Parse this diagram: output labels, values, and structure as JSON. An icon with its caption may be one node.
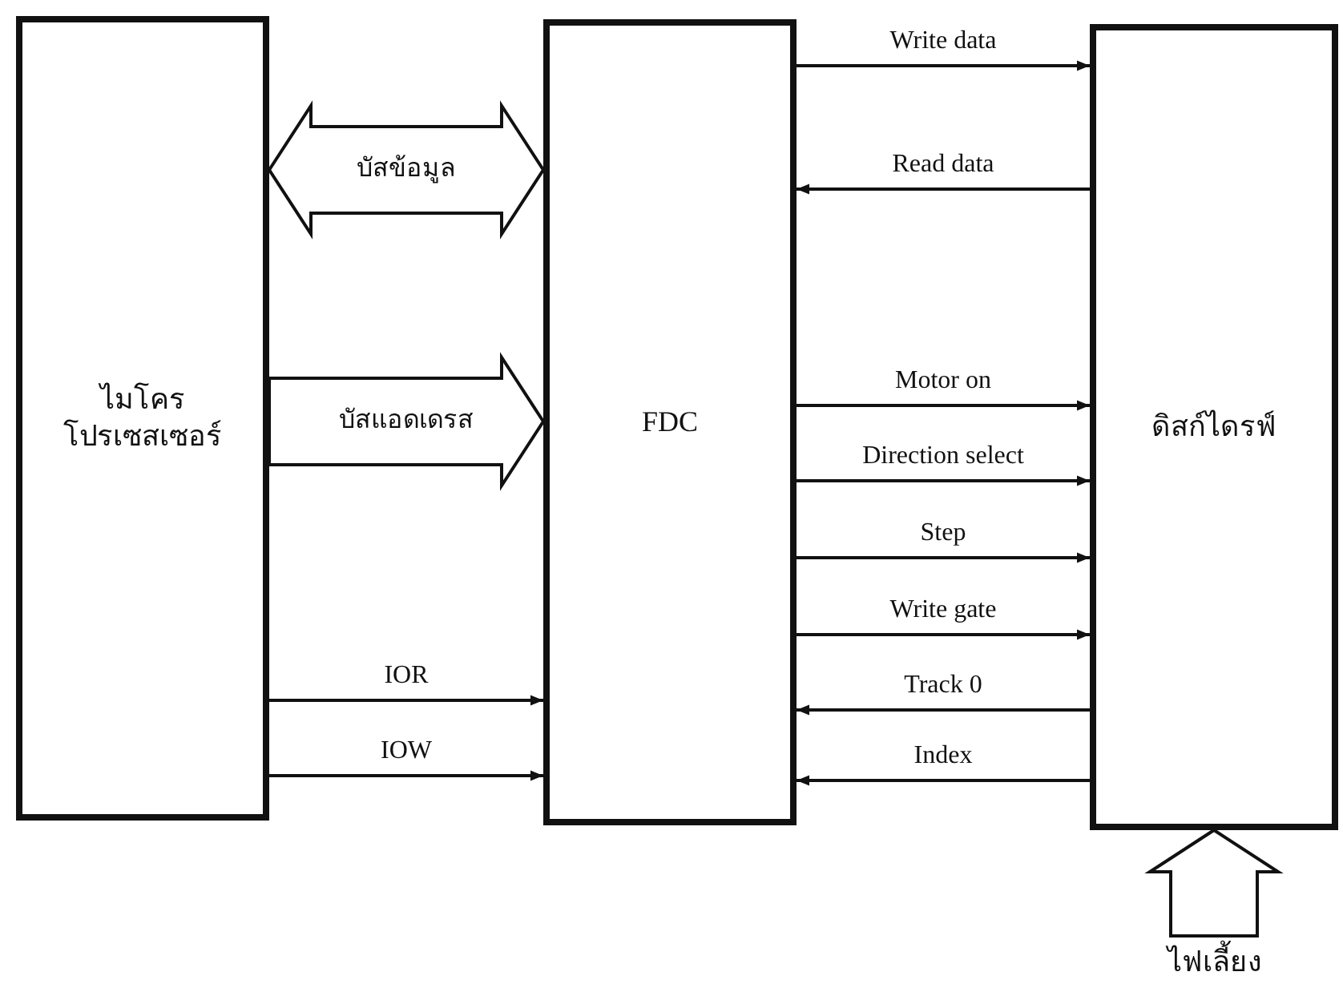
{
  "diagram": {
    "nodes": [
      {
        "text": [
          "ไมโคร โปรเซสเซอร์"
        ]
      },
      {
        "text": [
          "FDC"
        ]
      },
      {
        "text": [
          "ดิสก์ไดรฟ์"
        ]
      },
      {
        "text": [
          "ไฟเลี้ยง"
        ]
      }
    ],
    "edges": [
      {
        "from": 0,
        "to": 1,
        "arrow": "both",
        "label": "บัสข้อมูล",
        "style": "thick"
      },
      {
        "from": 0,
        "to": 1,
        "arrow": "to",
        "label": "บัสแอดเดรส",
        "style": "thick"
      },
      {
        "from": 0,
        "to": 1,
        "arrow": "to",
        "label": "IOR"
      },
      {
        "from": 0,
        "to": 1,
        "arrow": "to",
        "label": "IOW"
      },
      {
        "from": 1,
        "to": 2,
        "arrow": "to",
        "label": "Write data"
      },
      {
        "from": 2,
        "to": 1,
        "arrow": "to",
        "label": "Read data"
      },
      {
        "from": 1,
        "to": 2,
        "arrow": "to",
        "label": "Motor on"
      },
      {
        "from": 1,
        "to": 2,
        "arrow": "to",
        "label": "Direction select"
      },
      {
        "from": 1,
        "to": 2,
        "arrow": "to",
        "label": "Step"
      },
      {
        "from": 1,
        "to": 2,
        "arrow": "to",
        "label": "Write gate"
      },
      {
        "from": 2,
        "to": 1,
        "arrow": "to",
        "label": "Track 0"
      },
      {
        "from": 2,
        "to": 1,
        "arrow": "to",
        "label": "Index"
      },
      {
        "from": 3,
        "to": 2,
        "arrow": "to",
        "style": "thick"
      }
    ]
  }
}
